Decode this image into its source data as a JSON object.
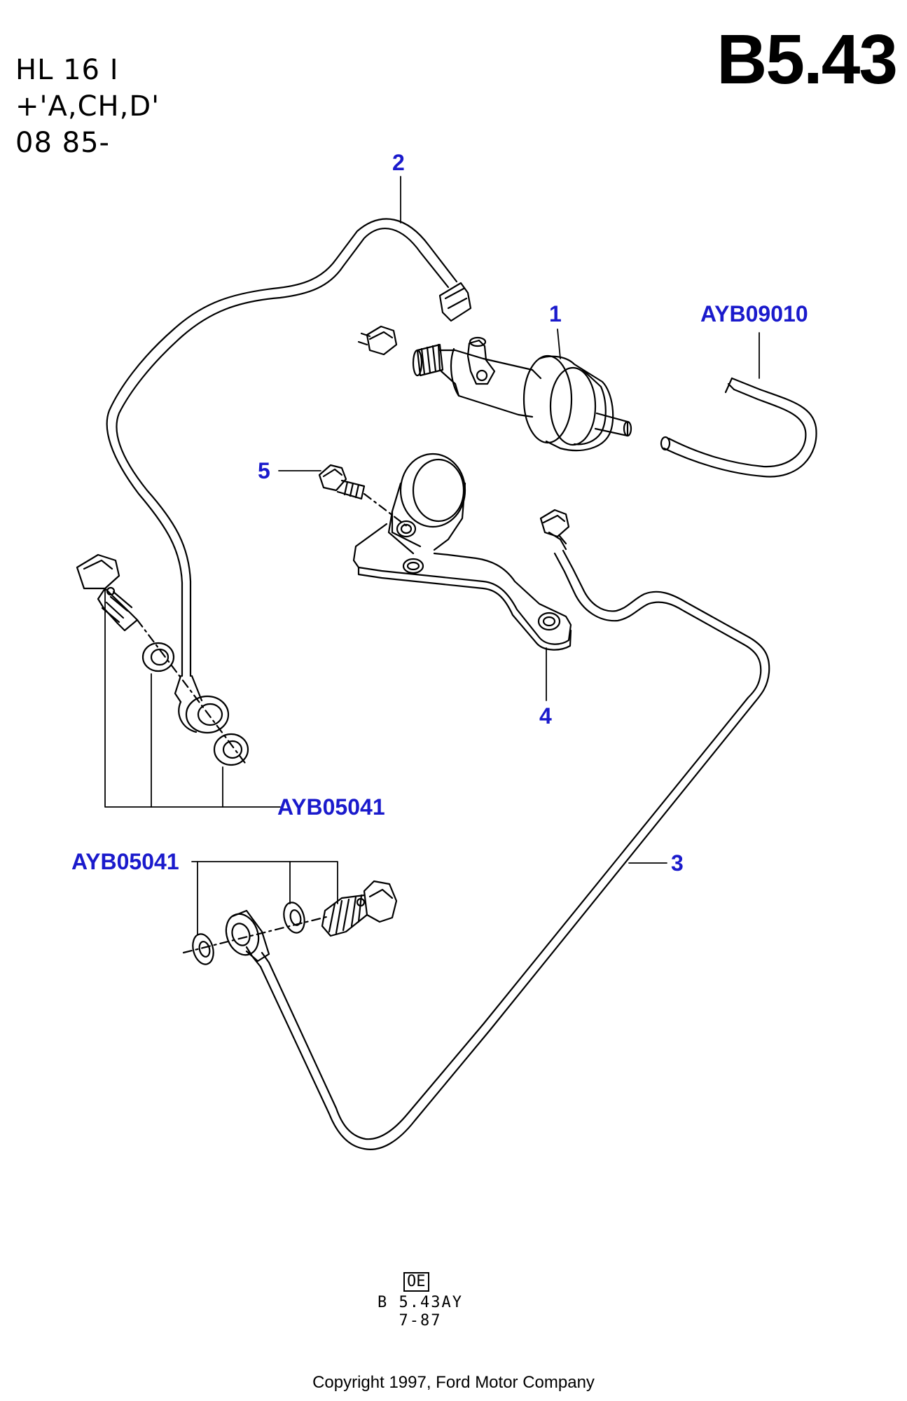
{
  "header": {
    "model_line1": "HL 16 I",
    "model_line2": "+'A,CH,D'",
    "model_line3": "08 85-",
    "page_id": "B5.43"
  },
  "callouts": {
    "c1": "1",
    "c2": "2",
    "c3": "3",
    "c4": "4",
    "c5": "5"
  },
  "references": {
    "ref_hose": "AYB09010",
    "ref_washers_upper": "AYB05041",
    "ref_washers_lower": "AYB05041"
  },
  "footer": {
    "oe_box": "OE",
    "drawing_code": "B 5.43AY",
    "drawing_date": "7-87",
    "copyright": "Copyright 1997, Ford Motor Company"
  }
}
